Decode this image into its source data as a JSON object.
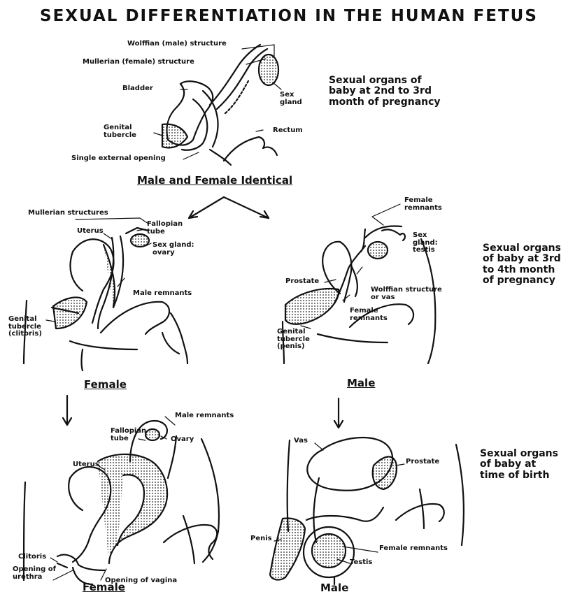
{
  "title": "SEXUAL  DIFFERENTIATION  IN THE  HUMAN  FETUS",
  "stage1": {
    "caption": "Male  and  Female  Identical",
    "description": [
      "Sexual organs of",
      "baby at 2nd to 3rd",
      "month of pregnancy"
    ],
    "labels": {
      "wolffian": "Wolffian (male) structure",
      "mullerian": "Mullerian (female) structure",
      "bladder": "Bladder",
      "sex_gland": [
        "Sex",
        "gland"
      ],
      "genital_tubercle": [
        "Genital",
        "tubercle"
      ],
      "rectum": "Rectum",
      "single_opening": "Single external opening"
    }
  },
  "stage2": {
    "description": [
      "Sexual organs",
      "of baby at 3rd",
      "to 4th month",
      "of pregnancy"
    ],
    "female": {
      "caption": "Female",
      "labels": {
        "mullerian": "Mullerian structures",
        "uterus": "Uterus",
        "fallopian": [
          "Fallopian",
          "tube"
        ],
        "sex_gland_ovary": [
          "Sex gland:",
          "ovary"
        ],
        "male_remnants": "Male remnants",
        "genital_tubercle": [
          "Genital",
          "tubercle",
          "(clitoris)"
        ]
      }
    },
    "male": {
      "caption": "Male",
      "labels": {
        "female_remnants_top": [
          "Female",
          "remnants"
        ],
        "sex_gland_testis": [
          "Sex",
          "gland:",
          "testis"
        ],
        "prostate": "Prostate",
        "wolffian": [
          "Wolffian structure",
          "or vas"
        ],
        "female_remnants": [
          "Female",
          "remnants"
        ],
        "genital_tubercle": [
          "Genital",
          "tubercle",
          "(penis)"
        ]
      }
    }
  },
  "stage3": {
    "description": [
      "Sexual organs",
      "of baby at",
      "time of birth"
    ],
    "female": {
      "caption": "Female",
      "labels": {
        "male_remnants": "Male remnants",
        "fallopian": [
          "Fallopian",
          "tube"
        ],
        "ovary": "Ovary",
        "uterus": "Uterus",
        "clitoris": "Clitoris",
        "urethra": [
          "Opening of",
          "urethra"
        ],
        "vagina": "Opening of vagina"
      }
    },
    "male": {
      "caption": "Male",
      "labels": {
        "vas": "Vas",
        "prostate": "Prostate",
        "penis": "Penis",
        "female_remnants": "Female remnants",
        "testis": "Testis"
      }
    }
  }
}
